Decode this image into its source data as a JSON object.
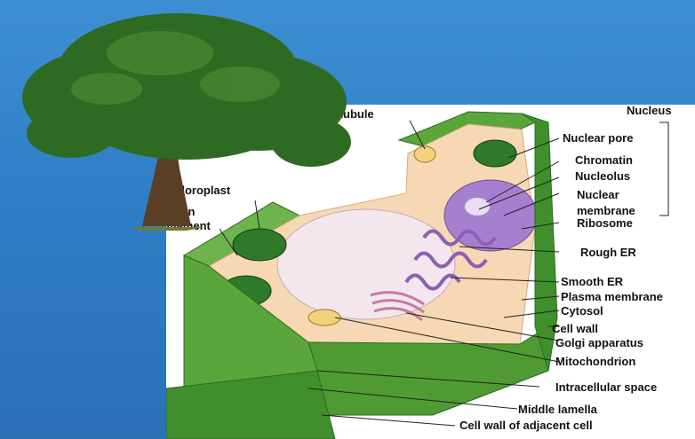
{
  "labels": {
    "nucleus": "Nucleus",
    "microtubule": "Microtubule",
    "nuclear_pore": "Nuclear pore",
    "chromatin": "Chromatin",
    "nucleolus": "Nucleolus",
    "nuclear_membrane_1": "Nuclear",
    "nuclear_membrane_2": "membrane",
    "ribosome": "Ribosome",
    "chloroplast": "Chloroplast",
    "actin_filament_1": "Actin",
    "actin_filament_2": "filament",
    "rough_er": "Rough ER",
    "smooth_er": "Smooth ER",
    "plasma_membrane": "Plasma membrane",
    "cytosol": "Cytosol",
    "cell_wall": "Cell wall",
    "golgi": "Golgi apparatus",
    "mitochondrion": "Mitochondrion",
    "intracellular_space": "Intracellular space",
    "middle_lamella": "Middle lamella",
    "cell_wall_adjacent": "Cell wall of adjacent cell"
  },
  "colors": {
    "background": "#2f7ec6",
    "cell_wall": "#3f8f2c",
    "cytoplasm": "#f6d9b4",
    "vacuole": "#f3e6ec",
    "nucleus": "#a77fcf",
    "chloroplast": "#2e7a28"
  }
}
